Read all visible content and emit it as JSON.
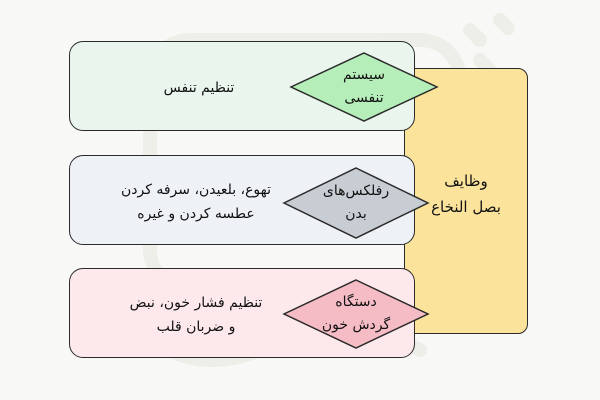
{
  "root": {
    "label": "وظایف\nبصل النخاع",
    "color": "#fbe39b"
  },
  "branches": [
    {
      "category": "سیستم\nتنفسی",
      "description": "تنظیم تنفس",
      "box_color": "#eaf6ed",
      "diamond_color": "#b6eeb9"
    },
    {
      "category": "رفلکس‌های\nبدن",
      "description": "تهوع، بلعیدن، سرفه کردن\nعطسه کردن و غیره",
      "box_color": "#eef1f6",
      "diamond_color": "#c8cdd3"
    },
    {
      "category": "دستگاه\nگردش خون",
      "description": "تنظیم فشار خون، نبض\nو ضربان قلب",
      "box_color": "#fde9ec",
      "diamond_color": "#f6bcc6"
    }
  ]
}
